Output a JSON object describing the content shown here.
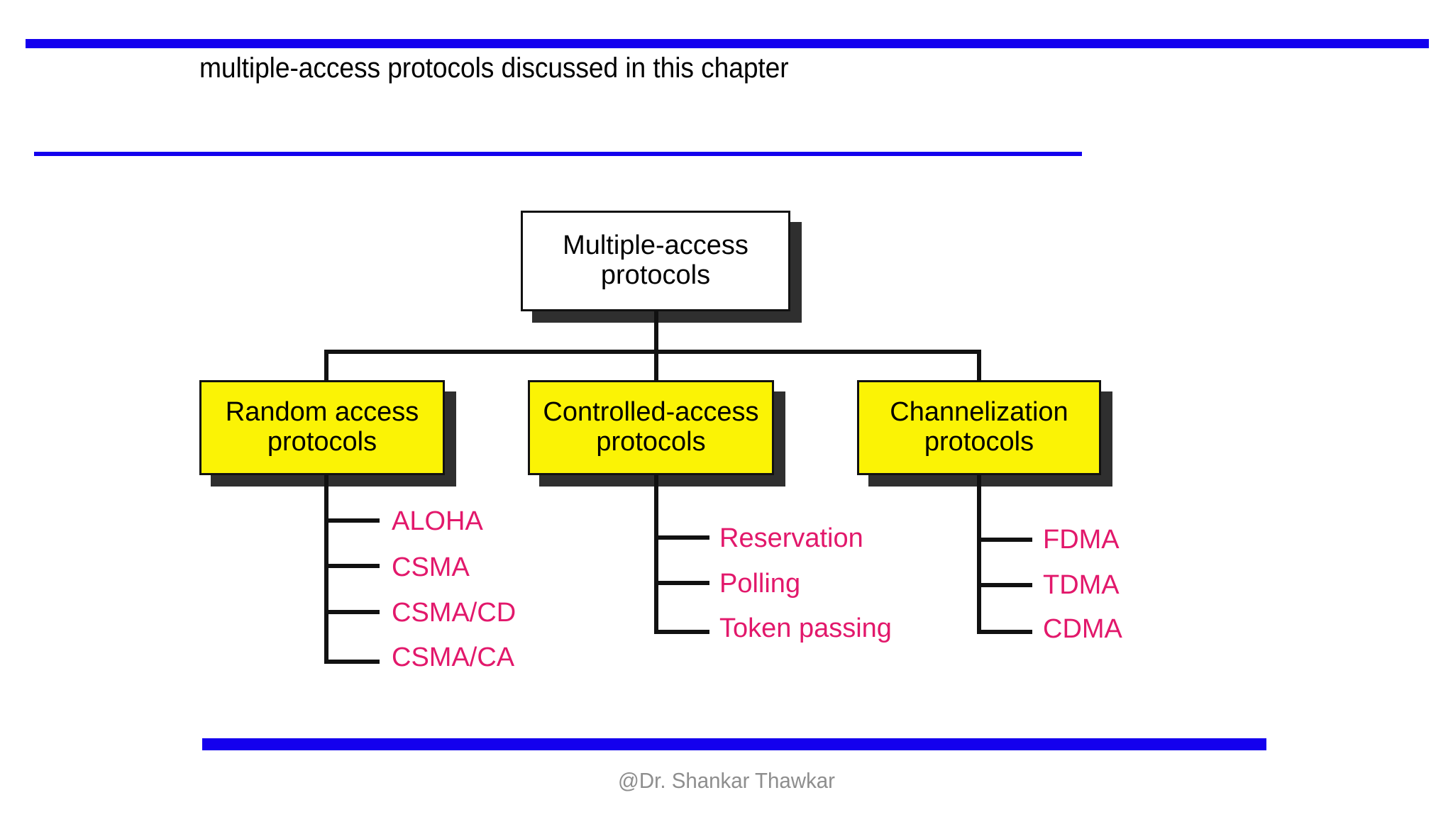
{
  "slide": {
    "title": "multiple-access protocols discussed in this chapter",
    "footer": "@Dr. Shankar Thawkar",
    "accent_color": "#1400ee",
    "node_fill_color": "#fbf305",
    "leaf_text_color": "#e2186b",
    "footer_text_color": "#8e8e8e"
  },
  "chart_data": {
    "type": "diagram",
    "title": "multiple-access protocols discussed in this chapter",
    "root": {
      "label_line1": "Multiple-access",
      "label_line2": "protocols",
      "fill": "#ffffff"
    },
    "branches": [
      {
        "label_line1": "Random access",
        "label_line2": "protocols",
        "fill": "#fbf305",
        "leaves": [
          "ALOHA",
          "CSMA",
          "CSMA/CD",
          "CSMA/CA"
        ]
      },
      {
        "label_line1": "Controlled-access",
        "label_line2": "protocols",
        "fill": "#fbf305",
        "leaves": [
          "Reservation",
          "Polling",
          "Token passing"
        ]
      },
      {
        "label_line1": "Channelization",
        "label_line2": "protocols",
        "fill": "#fbf305",
        "leaves": [
          "FDMA",
          "TDMA",
          "CDMA"
        ]
      }
    ]
  }
}
